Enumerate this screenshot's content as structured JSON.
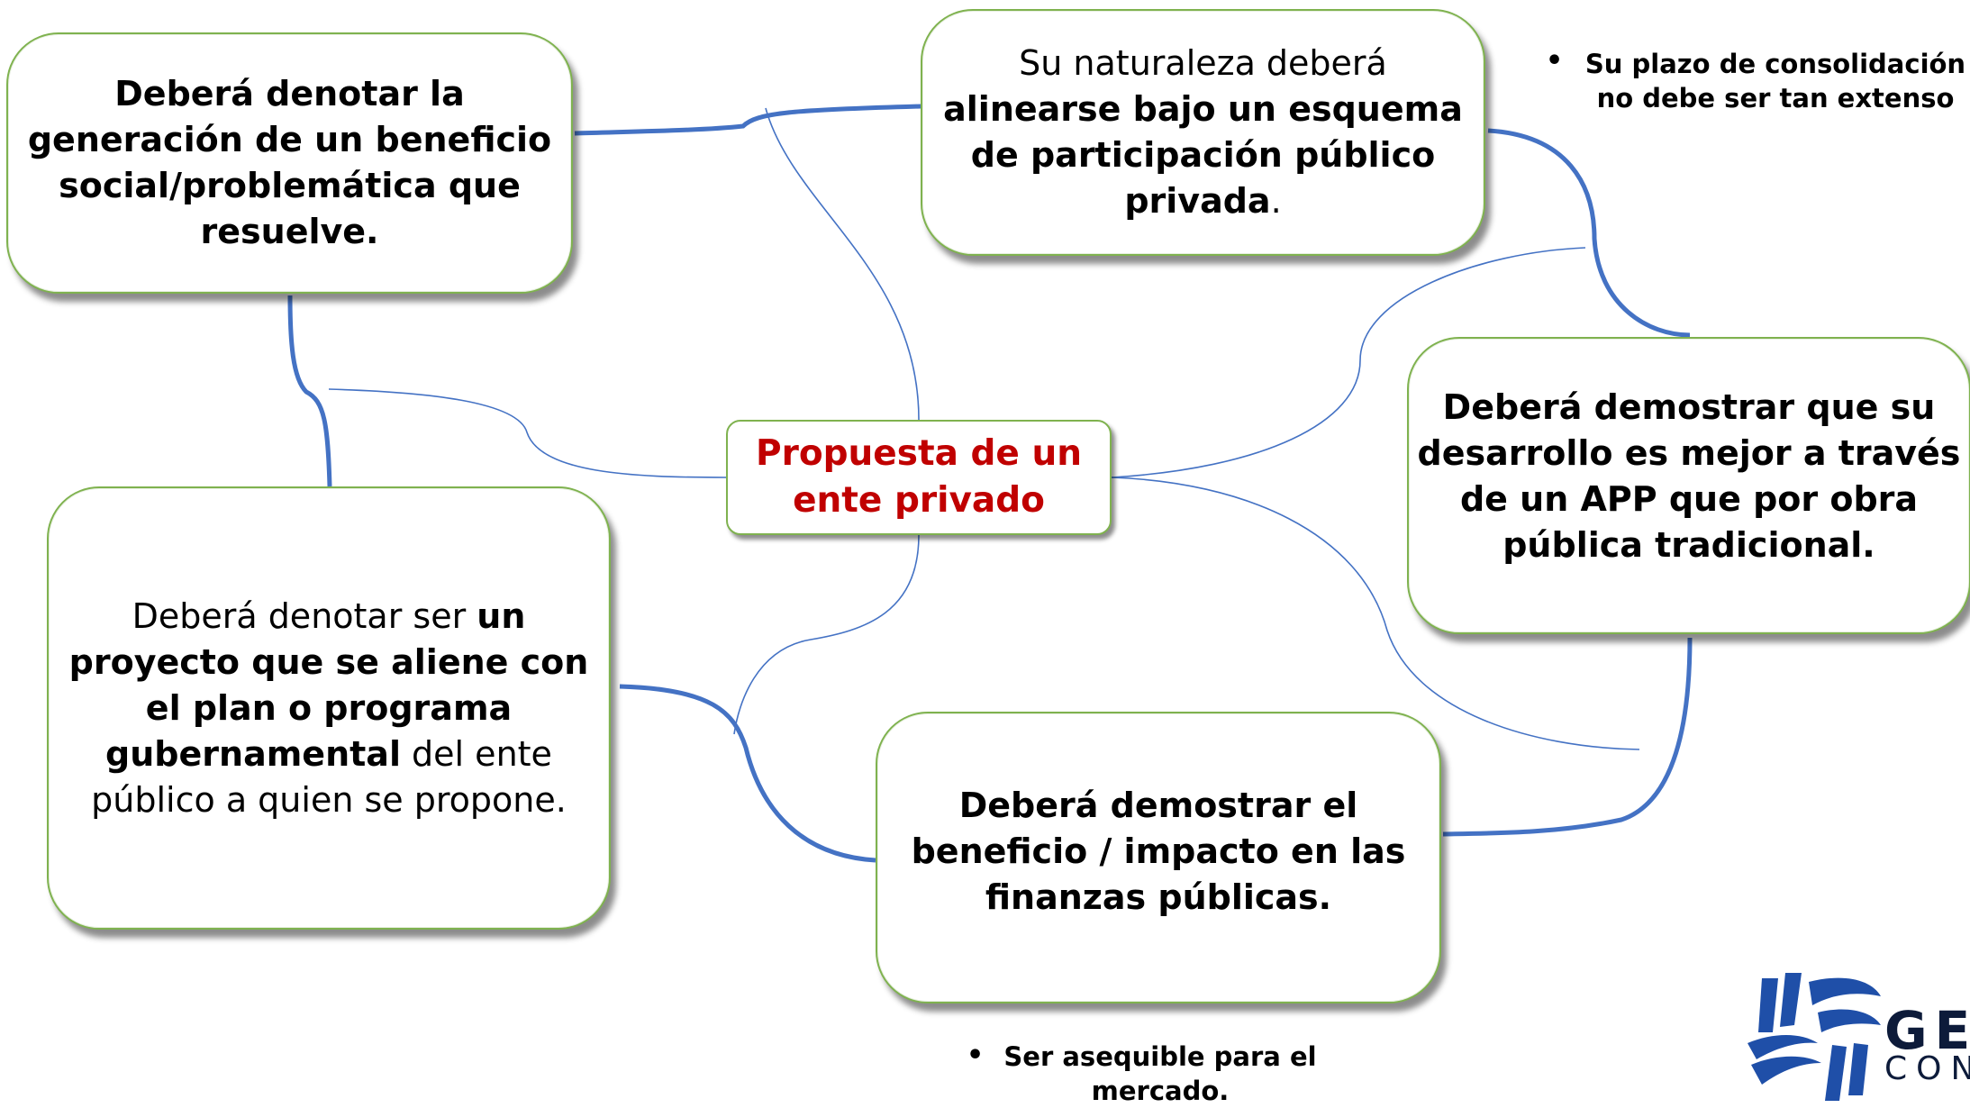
{
  "center": {
    "line1": "Propuesta de un",
    "line2": "ente privado"
  },
  "box_top_left": {
    "lines": [
      "Deberá denotar la",
      "generación de un beneficio",
      "social/problemática que",
      "resuelve."
    ]
  },
  "box_top_middle": {
    "line1": "Su naturaleza deberá",
    "line2": "alinearse bajo un esquema",
    "line3": "de participación público",
    "line4_bold": "privada",
    "line4_tail": "."
  },
  "box_right": {
    "lines": [
      "Deberá demostrar que su",
      "desarrollo es mejor a través",
      "de un APP que por obra",
      "pública  tradicional."
    ]
  },
  "box_bottom_left": {
    "p1_normal": "Deberá denotar ser ",
    "p1_bold": "un",
    "p2_bold": "proyecto que se aliene con",
    "p3_bold": "el plan o programa",
    "p4_bold": "gubernamental",
    "p4_normal": " del ente",
    "p5_normal": "público a quien se propone."
  },
  "box_bottom_middle": {
    "lines": [
      "Deberá demostrar el",
      "beneficio / impacto en las",
      "finanzas públicas."
    ]
  },
  "notes": {
    "top_right_l1": "Su plazo de consolidación",
    "top_right_l2": "no debe ser tan extenso",
    "bottom_l1": "Ser asequible para el",
    "bottom_l2": "mercado.",
    "bullet_glyph": "•"
  },
  "logo": {
    "word1": "GER",
    "word2": "CONS"
  },
  "colors": {
    "border": "#7fb24f",
    "thick_line": "#4472c4",
    "thin_line": "#4472c4",
    "center_text": "#c00000",
    "logo_navy": "#0d1b3a",
    "logo_blue": "#1f4fa8"
  }
}
